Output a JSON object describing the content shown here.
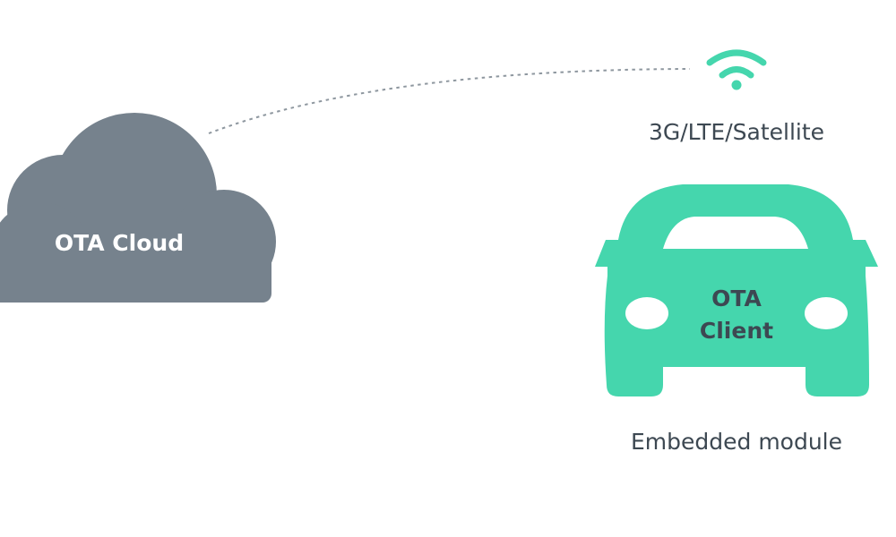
{
  "cloud": {
    "label": "OTA Cloud"
  },
  "connection": {
    "label": "3G/LTE/Satellite",
    "icon": "wifi-icon"
  },
  "car": {
    "label_line1": "OTA",
    "label_line2": "Client",
    "caption": "Embedded module",
    "icon": "car-icon"
  },
  "colors": {
    "cloud": "#76828d",
    "accent": "#45d6ad",
    "text_dark": "#3d4852",
    "text_light": "#ffffff",
    "line": "#8e979f"
  }
}
